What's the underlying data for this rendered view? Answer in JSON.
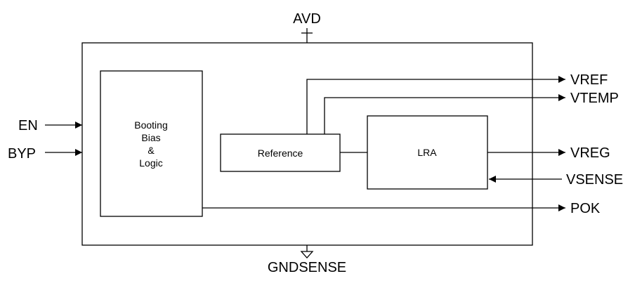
{
  "pins": {
    "avd": "AVD",
    "gndsense": "GNDSENSE",
    "en": "EN",
    "byp": "BYP",
    "vref": "VREF",
    "vtemp": "VTEMP",
    "vreg": "VREG",
    "vsense": "VSENSE",
    "pok": "POK"
  },
  "blocks": {
    "booting": [
      "Booting",
      "Bias",
      "&",
      "Logic"
    ],
    "reference": "Reference",
    "lra": "LRA"
  }
}
